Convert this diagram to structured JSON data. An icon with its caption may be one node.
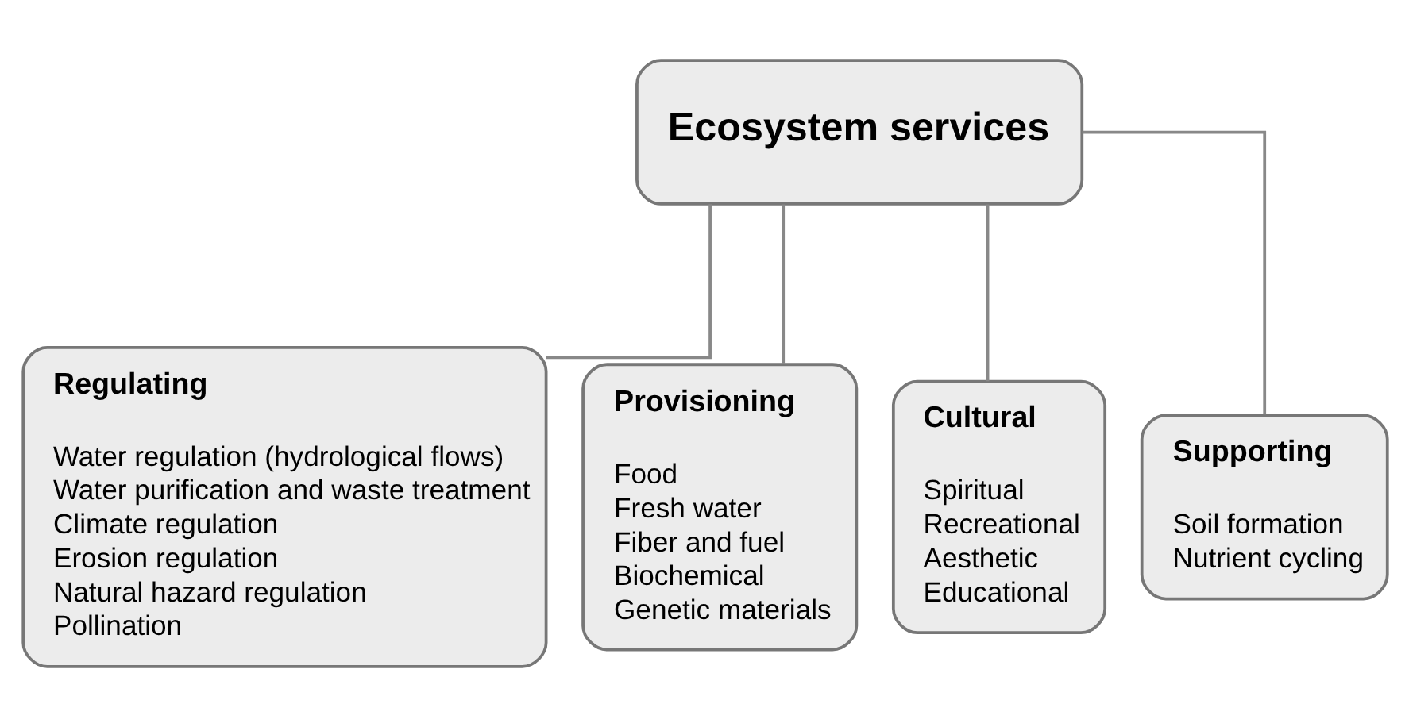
{
  "diagram": {
    "nodes": [
      {
        "text": [
          "Ecosystem services"
        ]
      },
      {
        "text": [
          "Regulating",
          "Water regulation (hydrological flows)",
          "Water purification and waste treatment",
          "Climate regulation",
          "Erosion regulation",
          "Natural hazard regulation",
          "Pollination"
        ]
      },
      {
        "text": [
          "Provisioning",
          "Food",
          "Fresh water",
          "Fiber and fuel",
          "Biochemical",
          "Genetic materials"
        ]
      },
      {
        "text": [
          "Cultural",
          "Spiritual",
          "Recreational",
          "Aesthetic",
          "Educational"
        ]
      },
      {
        "text": [
          "Supporting",
          "Soil formation",
          "Nutrient cycling"
        ]
      }
    ],
    "edges": [
      {
        "from": 0,
        "to": 1,
        "arrow": "none"
      },
      {
        "from": 0,
        "to": 2,
        "arrow": "none"
      },
      {
        "from": 0,
        "to": 3,
        "arrow": "none"
      },
      {
        "from": 0,
        "to": 4,
        "arrow": "none"
      }
    ]
  }
}
